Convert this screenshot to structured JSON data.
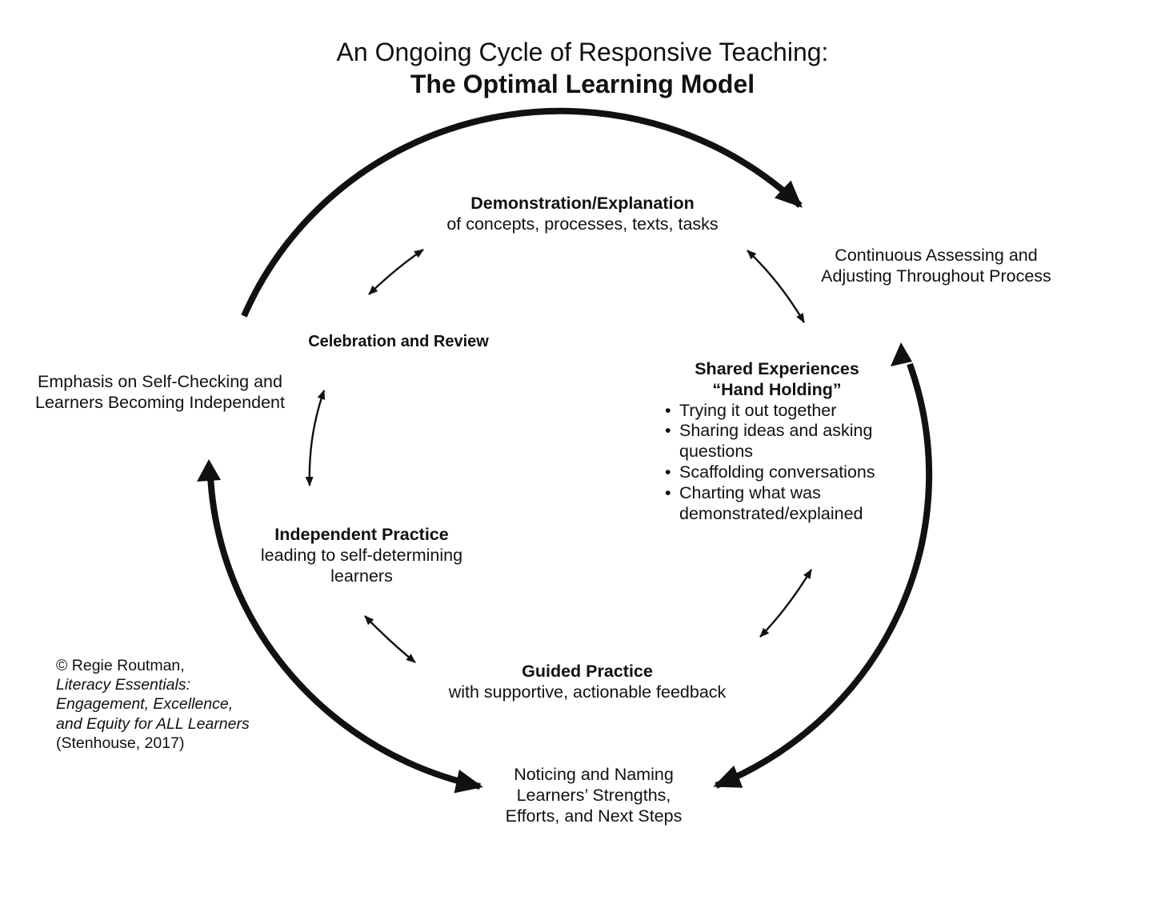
{
  "title": {
    "line1": "An Ongoing Cycle of Responsive Teaching:",
    "line2": "The Optimal Learning Model"
  },
  "nodes": {
    "demonstration": {
      "heading": "Demonstration/Explanation",
      "detail": "of concepts, processes, texts, tasks"
    },
    "shared": {
      "heading": "Shared Experiences",
      "subheading": "“Hand Holding”",
      "bullets": [
        "Trying it out together",
        "Sharing ideas and asking questions",
        "Scaffolding conversations",
        "Charting what was demonstrated/explained"
      ]
    },
    "guided": {
      "heading": "Guided Practice",
      "detail": "with supportive, actionable feedback"
    },
    "independent": {
      "heading": "Independent Practice",
      "detail_line1": "leading to self-determining",
      "detail_line2": "learners"
    },
    "celebration": {
      "heading": "Celebration and Review"
    }
  },
  "outer_labels": {
    "assessing_line1": "Continuous Assessing and",
    "assessing_line2": "Adjusting Throughout Process",
    "noticing_line1": "Noticing and Naming",
    "noticing_line2": "Learners’ Strengths,",
    "noticing_line3": "Efforts, and Next Steps",
    "emphasis_line1": "Emphasis on Self-Checking and",
    "emphasis_line2": "Learners Becoming Independent"
  },
  "credit": {
    "line1": "© Regie Routman,",
    "book_line1": "Literacy Essentials:",
    "book_line2": "Engagement, Excellence,",
    "book_line3": "and Equity for ALL Learners",
    "publisher": "(Stenhouse, 2017)"
  },
  "colors": {
    "ink": "#111111",
    "background": "#ffffff"
  }
}
